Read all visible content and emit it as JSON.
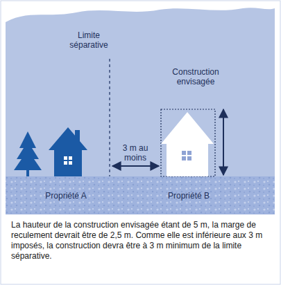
{
  "diagram": {
    "caption": "La hauteur de la construction envisagée étant de 5 m, la marge de reculement devrait être de 2,5 m. Comme elle est inférieure aux 3 m imposés, la construction devra être à 3 m minimum de la limite séparative.",
    "labels": [
      "Limite séparative",
      "Construction envisagée",
      "3 m au moins",
      "Propriété A",
      "Propriété B"
    ]
  }
}
